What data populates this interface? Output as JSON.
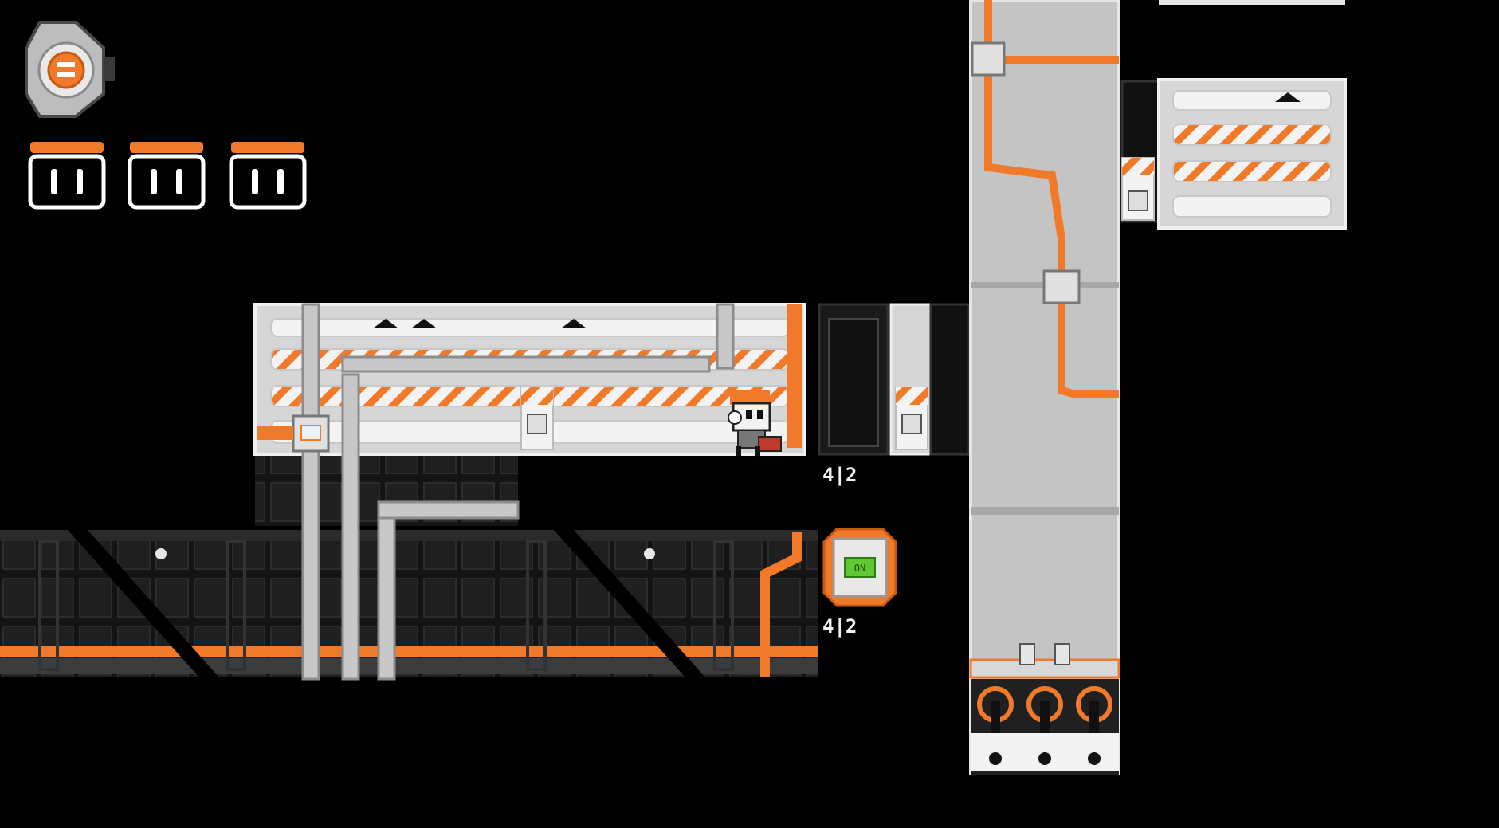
{
  "hud": {
    "ability_icon": "gear-core-icon",
    "health_cells": [
      {
        "name": "battery-cell-1",
        "state": "full"
      },
      {
        "name": "battery-cell-2",
        "state": "full"
      },
      {
        "name": "battery-cell-3",
        "state": "full"
      }
    ]
  },
  "level": {
    "switch_label": "ON",
    "counters": [
      {
        "name": "counter-upper",
        "value": "4|2"
      },
      {
        "name": "counter-lower",
        "value": "4|2"
      }
    ]
  },
  "colors": {
    "background": "#000000",
    "panel_light": "#d8d8d8",
    "panel_mid": "#b0b0b0",
    "panel_dark": "#1a1a1a",
    "accent_orange": "#f07a2a",
    "switch_green": "#5fc832",
    "outline": "#ffffff"
  },
  "sprites": {
    "player": "robot-player-sprite",
    "door": "vertical-door-sprite",
    "lamps": "ceiling-lamp-icon",
    "checkpoint": "checkpoint-terminal-icon"
  }
}
